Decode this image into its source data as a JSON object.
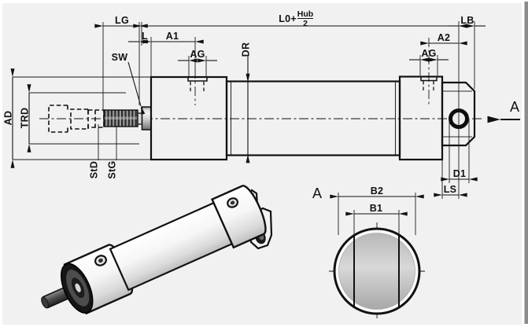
{
  "colors": {
    "page_background": "#ffffff",
    "canvas_background": "#f1f1f1",
    "line": "#111111",
    "metal_light": "#f1f1f1",
    "metal_dark": "#707070",
    "edge_bar": "#8c8c8c"
  },
  "side_view": {
    "dimension_labels": {
      "lg": "LG",
      "l": "L",
      "a1": "A1",
      "ag_front": "AG",
      "sw": "SW",
      "dr": "DR",
      "l0_prefix": "L0+",
      "hub_numerator": "Hub",
      "hub_denominator": "2",
      "ag_rear": "AG",
      "a2": "A2",
      "lb": "LB",
      "ad": "AD",
      "trd": "TRD",
      "std": "StD",
      "stg": "StG",
      "d1": "D1",
      "ls": "LS"
    },
    "view_direction_label": "A"
  },
  "section_view": {
    "title": "A",
    "dimension_labels": {
      "b2": "B2",
      "b1": "B1"
    }
  }
}
